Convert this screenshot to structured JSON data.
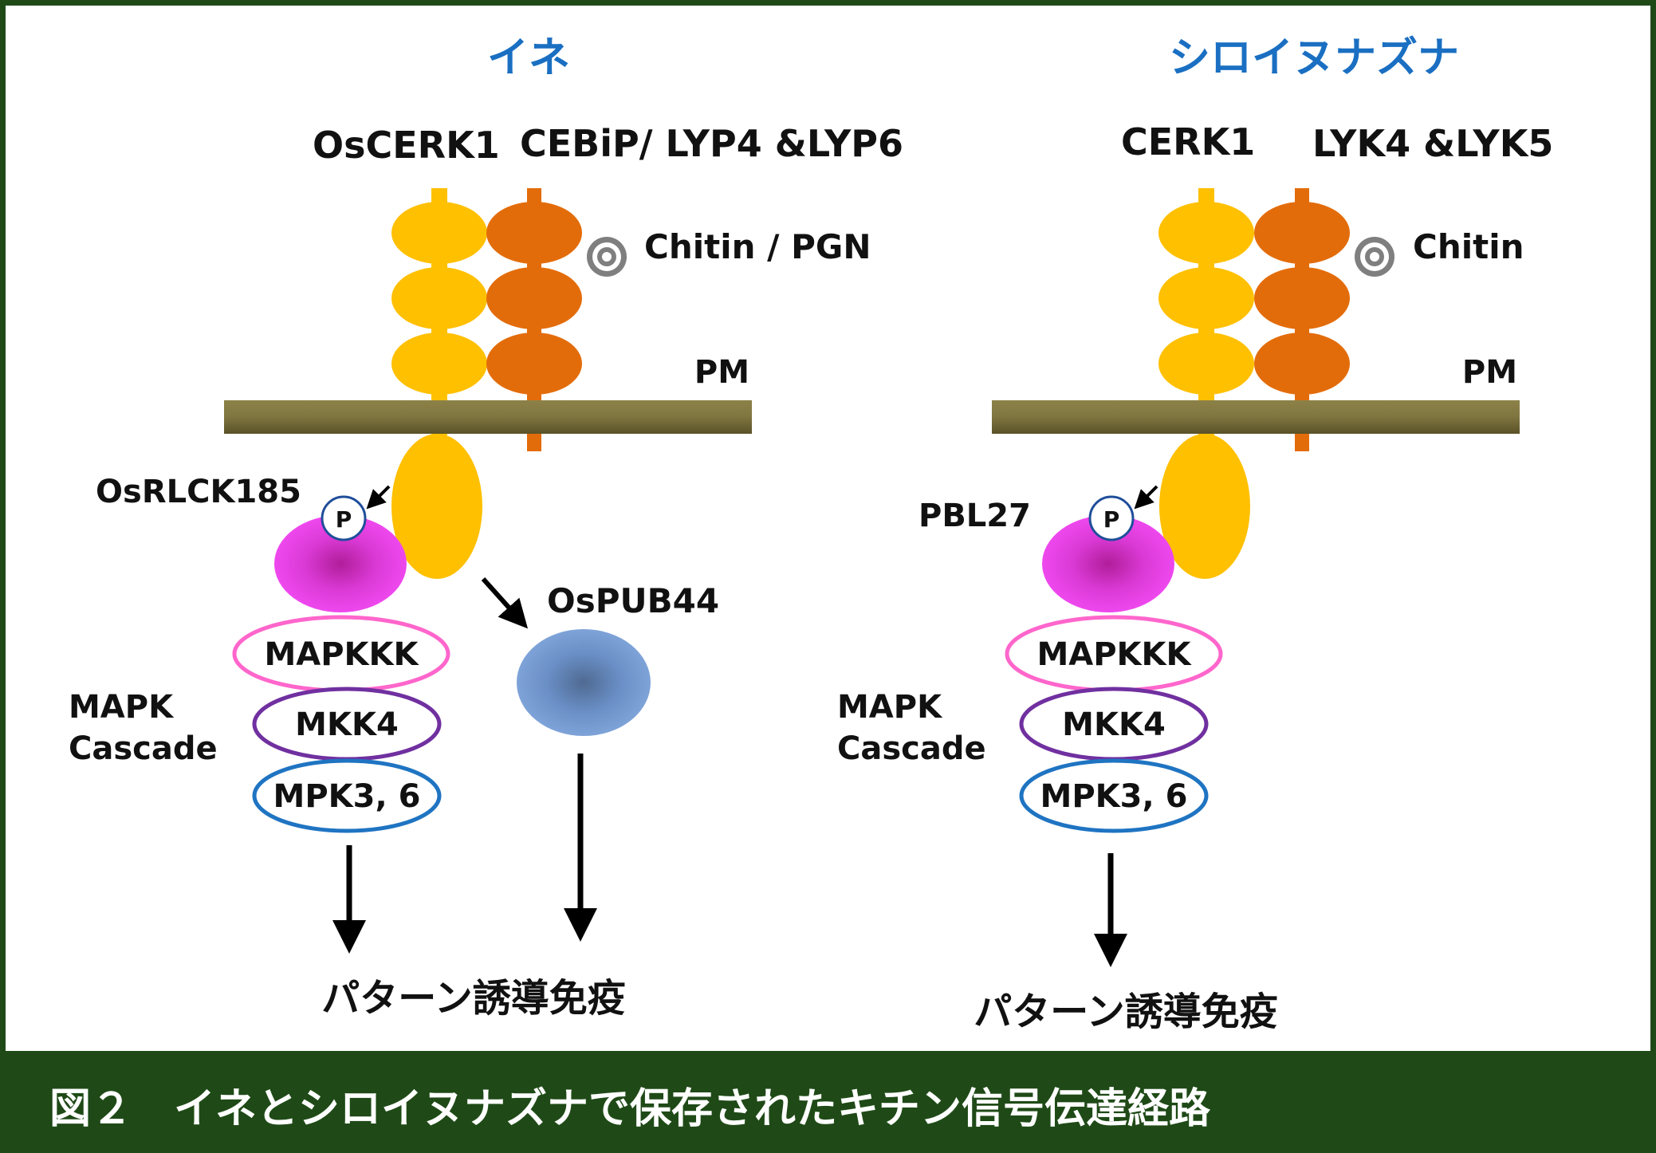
{
  "left_panel": {
    "species": "イネ",
    "receptor_a": "OsCERK1",
    "receptor_b": "CEBiP/ LYP4 &LYP6",
    "ligand": "Chitin / PGN",
    "membrane": "PM",
    "kinase": "OsRLCK185",
    "phospho": "P",
    "ubiquitin_ligase": "OsPUB44",
    "cascade_label_1": "MAPK",
    "cascade_label_2": "Cascade",
    "mapkkk": "MAPKKK",
    "mkk": "MKK4",
    "mpk": "MPK3, 6",
    "outcome": "パターン誘導免疫"
  },
  "right_panel": {
    "species": "シロイヌナズナ",
    "receptor_a": "CERK1",
    "receptor_b": "LYK4 &LYK5",
    "ligand": "Chitin",
    "membrane": "PM",
    "kinase": "PBL27",
    "phospho": "P",
    "cascade_label_1": "MAPK",
    "cascade_label_2": "Cascade",
    "mapkkk": "MAPKKK",
    "mkk": "MKK4",
    "mpk": "MPK3, 6",
    "outcome": "パターン誘導免疫"
  },
  "caption": "図２　イネとシロイヌナズナで保存されたキチン信号伝達経路",
  "colors": {
    "border": "#1f4a17",
    "species_title": "#1a6fc2",
    "cerk1": "#ffc000",
    "lyp": "#e36c0a",
    "membrane": "#7f7540",
    "rlck": "#e23ee0",
    "pub44": "#7a9ed1",
    "mapkkk_ring": "#ff66cc",
    "mkk_ring": "#7030a0",
    "mpk_ring": "#1f74c2"
  }
}
